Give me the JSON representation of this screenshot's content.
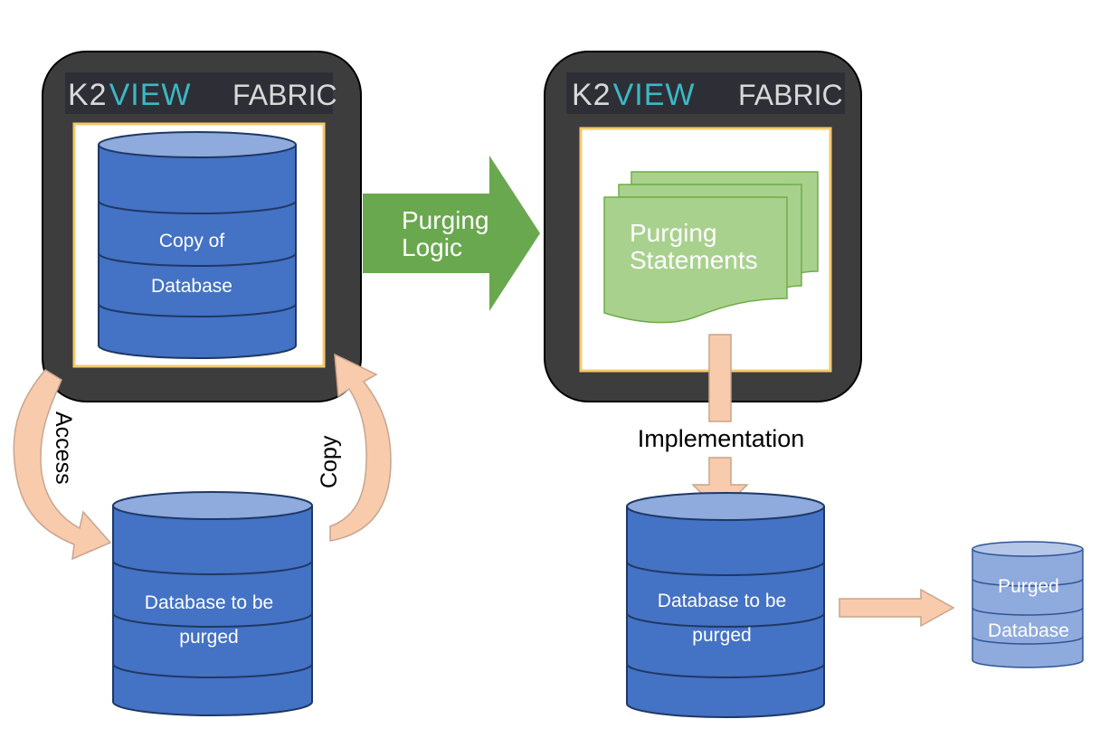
{
  "brand": {
    "k2": "K2",
    "view": "VIEW",
    "fabric": "FABRIC"
  },
  "left_panel": {
    "db_line1": "Copy of",
    "db_line2": "Database"
  },
  "arrow_main": {
    "line1": "Purging",
    "line2": "Logic"
  },
  "right_panel": {
    "doc_line1": "Purging",
    "doc_line2": "Statements"
  },
  "arrow_access": "Access",
  "arrow_copy": "Copy",
  "arrow_implementation": "Implementation",
  "source_db": {
    "line1": "Database to be",
    "line2": "purged"
  },
  "target_db": {
    "line1": "Database to be",
    "line2": "purged"
  },
  "purged_db": {
    "line1": "Purged",
    "line2": "Database"
  },
  "colors": {
    "panel_bg": "#3d3d3d",
    "panel_border": "#000000",
    "header_bg": "#2e2e36",
    "k2_color": "#d9d9d9",
    "view_color": "#3bb8c5",
    "inner_border": "#f5c96a",
    "db_blue": "#4472c4",
    "db_top": "#8faadc",
    "db_stroke": "#1f3864",
    "db_light": "#8faadc",
    "db_light_top": "#b4c7e7",
    "green_arrow": "#6aa84f",
    "doc_green": "#a9d18e",
    "doc_stroke": "#70ad47",
    "peach": "#f8cbad",
    "peach_stroke": "#c9a48c"
  }
}
